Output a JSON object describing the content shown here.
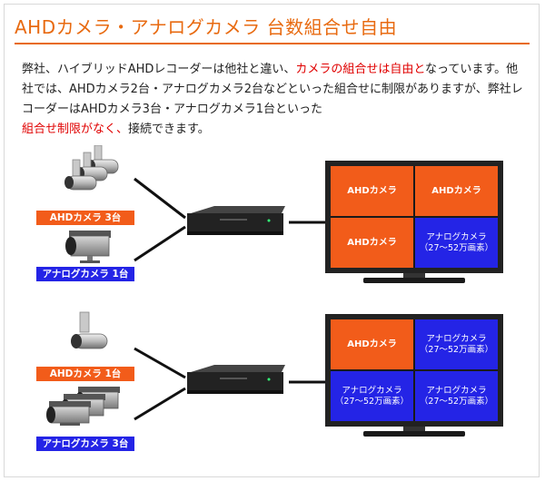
{
  "title": "AHDカメラ・アナログカメラ 台数組合せ自由",
  "paragraph": {
    "part1": "弊社、ハイブリッドAHDレコーダーは他社と違い、",
    "highlight1": "カメラの組合せは自由と",
    "part2": "なっています。他社では、AHDカメラ2台・アナログカメラ2台などといった組合せに制限がありますが、弊社レコーダーはAHDカメラ3台・アナログカメラ1台といった",
    "highlight2": "組合せ制限がなく、",
    "part3": "接続できます。"
  },
  "example1": {
    "ahd_label": "AHDカメラ 3台",
    "analog_label": "アナログカメラ 1台",
    "screen": [
      {
        "type": "ahd",
        "text": "AHDカメラ"
      },
      {
        "type": "ahd",
        "text": "AHDカメラ"
      },
      {
        "type": "ahd",
        "text": "AHDカメラ"
      },
      {
        "type": "analog",
        "text": "アナログカメラ\n（27～52万画素）"
      }
    ]
  },
  "example2": {
    "ahd_label": "AHDカメラ 1台",
    "analog_label": "アナログカメラ 3台",
    "screen": [
      {
        "type": "ahd",
        "text": "AHDカメラ"
      },
      {
        "type": "analog",
        "text": "アナログカメラ\n（27～52万画素）"
      },
      {
        "type": "analog",
        "text": "アナログカメラ\n（27～52万画素）"
      },
      {
        "type": "analog",
        "text": "アナログカメラ\n（27～52万画素）"
      }
    ]
  },
  "colors": {
    "accent": "#e86a10",
    "ahd": "#f25c1a",
    "analog": "#2424e6",
    "highlight": "#e00000"
  }
}
